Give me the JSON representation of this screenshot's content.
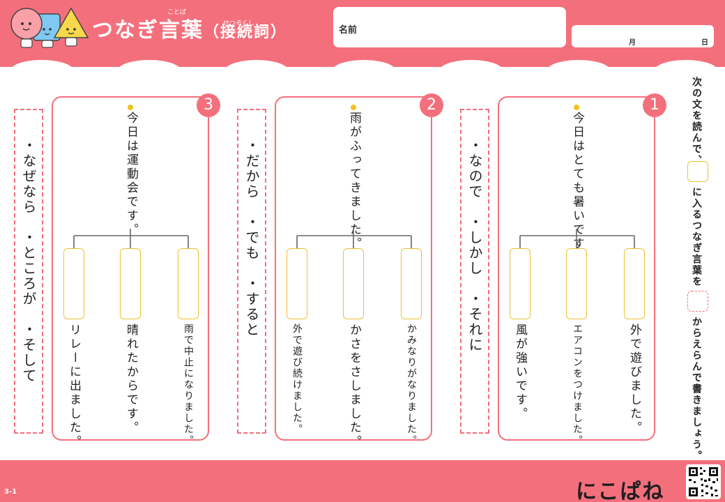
{
  "header": {
    "title_main": "つなぎ言葉",
    "title_sub": "（接続詞）",
    "ruby_kotoba": "ことば",
    "ruby_setsuzokushi": "せつぞくし",
    "name_label": "名前",
    "month_label": "月",
    "day_label": "日"
  },
  "instruction": {
    "line1": "次の文を読んで、",
    "line2": "に入るつなぎ言葉を",
    "line3": "からえらんで書きましょう。"
  },
  "problems": [
    {
      "number": "1",
      "sentence": "今日はとても暑いです。",
      "choices": [
        "・なので",
        "・しかし",
        "・それに"
      ],
      "options": [
        "外で遊びました。",
        "エアコンをつけました。",
        "風が強いです。"
      ]
    },
    {
      "number": "2",
      "sentence": "雨がふってきました。",
      "choices": [
        "・だから",
        "・でも",
        "・すると"
      ],
      "options": [
        "かみなりがなりました。",
        "かさをさしました。",
        "外で遊び続けました。"
      ]
    },
    {
      "number": "3",
      "sentence": "今日は運動会です。",
      "choices": [
        "・なぜなら",
        "・ところが",
        "・そして"
      ],
      "options": [
        "雨で中止になりました。",
        "晴れたからです。",
        "リレーに出ました。"
      ]
    }
  ],
  "footer": {
    "page_code": "3-1",
    "brand": "にこぱね"
  },
  "colors": {
    "accent": "#f46f7c",
    "answer_box": "#ebc233",
    "dot": "#f1c21b"
  }
}
